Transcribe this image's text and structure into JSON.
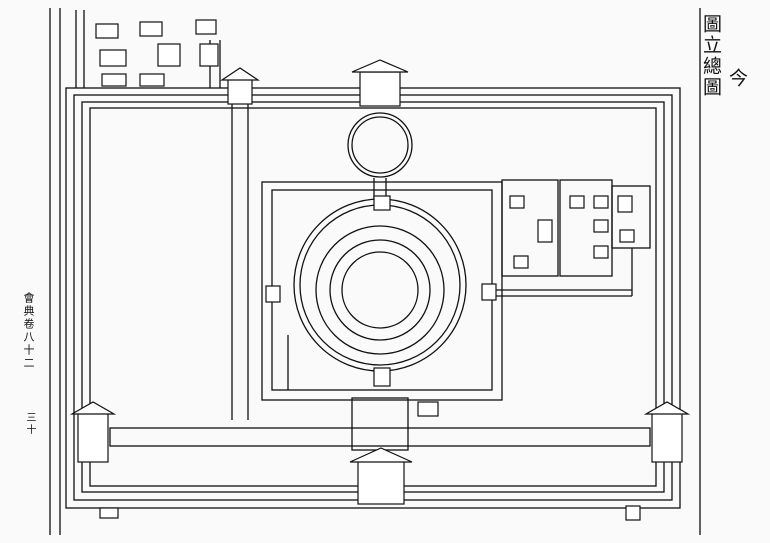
{
  "diagram": {
    "title_col1": "今",
    "title_col2": "圖立總圖",
    "side_label": "會典卷八十二",
    "page_number": "三十"
  },
  "colors": {
    "ink": "#111111",
    "paper": "#fafafa"
  }
}
